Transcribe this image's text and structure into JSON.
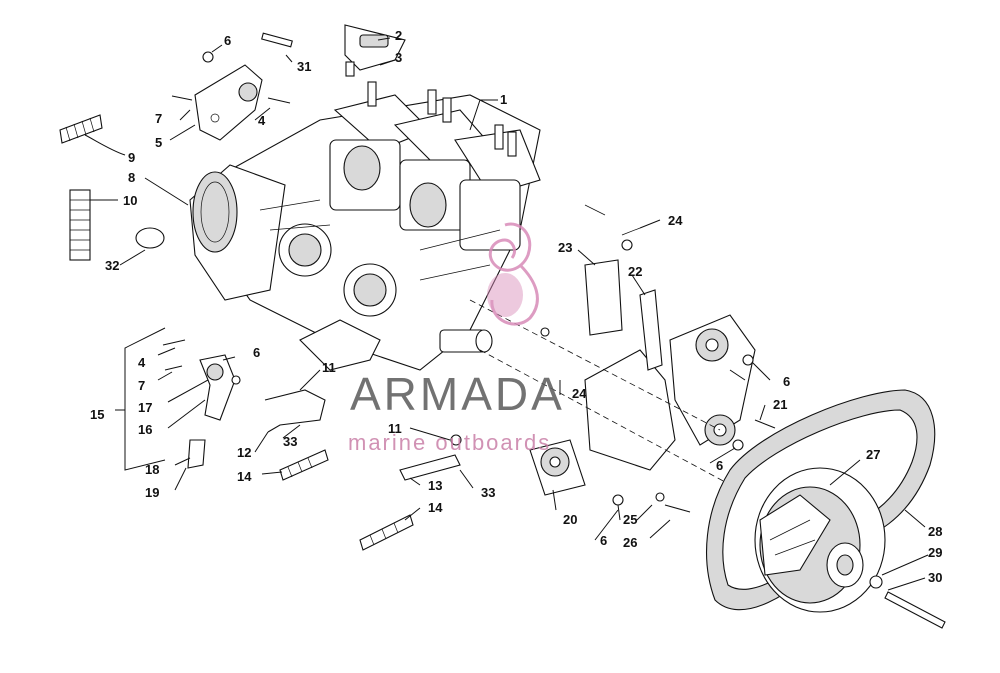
{
  "watermark": {
    "brand": "ARMADA",
    "tagline": "marine outboards",
    "accent_color": "#d88bb8",
    "text_color": "#5a5a5a"
  },
  "callouts": [
    "1",
    "2",
    "3",
    "4",
    "4",
    "5",
    "6",
    "6",
    "6",
    "6",
    "6",
    "7",
    "7",
    "8",
    "9",
    "10",
    "11",
    "11",
    "12",
    "13",
    "14",
    "14",
    "15",
    "16",
    "17",
    "18",
    "19",
    "20",
    "21",
    "22",
    "23",
    "24",
    "24",
    "25",
    "26",
    "27",
    "28",
    "29",
    "30",
    "31",
    "32",
    "33",
    "33"
  ]
}
